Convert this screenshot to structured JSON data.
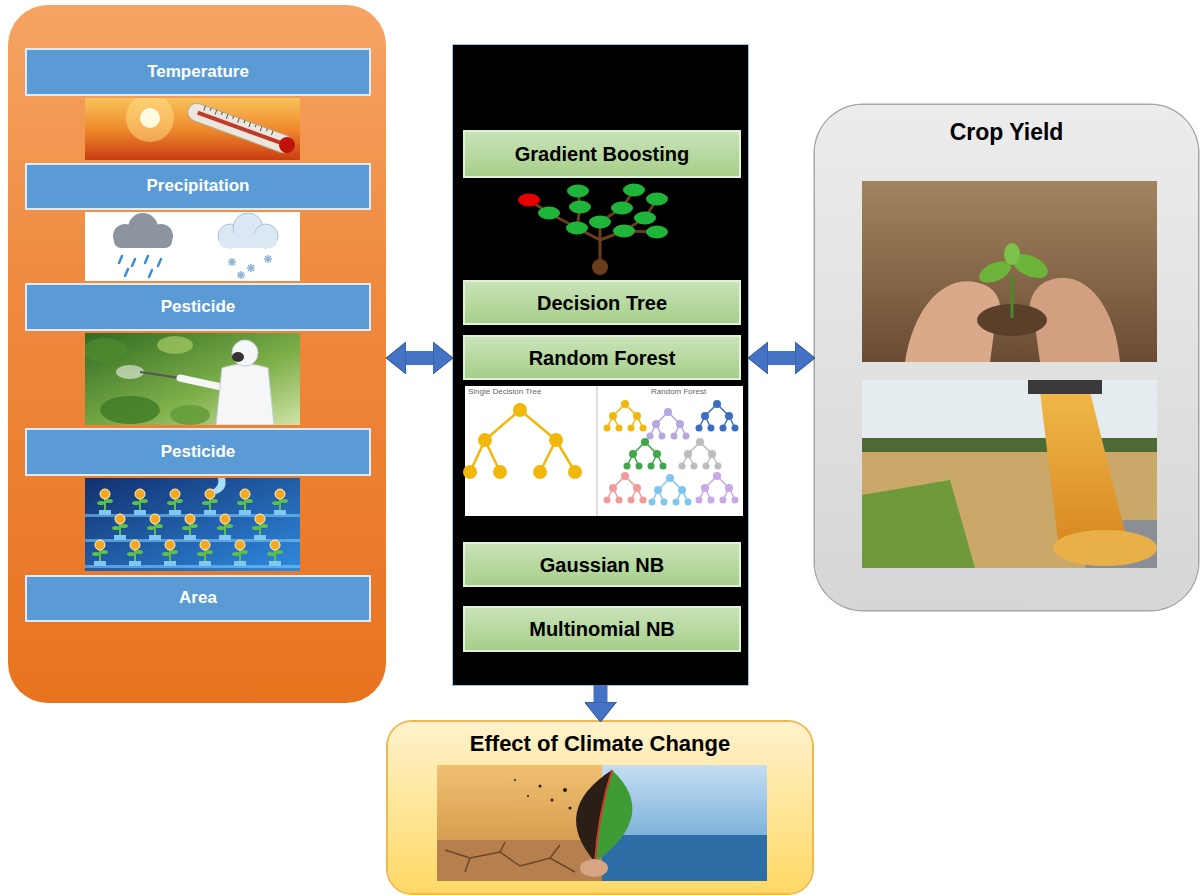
{
  "diagram": {
    "nodes": [
      {
        "text": []
      },
      {
        "text": [
          "Temperature"
        ],
        "in": 0
      },
      {
        "text": [
          "Precipitation"
        ],
        "in": 0
      },
      {
        "text": [
          "Pesticide"
        ],
        "in": 0
      },
      {
        "text": [
          "Pesticide"
        ],
        "in": 0
      },
      {
        "text": [
          "Area"
        ],
        "in": 0
      },
      {
        "text": []
      },
      {
        "text": [
          "Gradient Boosting"
        ],
        "in": 6
      },
      {
        "text": [
          "Decision Tree"
        ],
        "in": 6
      },
      {
        "text": [
          "Random Forest"
        ],
        "in": 6
      },
      {
        "text": [
          "Gaussian NB"
        ],
        "in": 6
      },
      {
        "text": [
          "Multinomial NB"
        ],
        "in": 6
      },
      {
        "text": [
          "Crop Yield"
        ]
      },
      {
        "text": [
          "Effect of Climate Change"
        ]
      }
    ],
    "edges": [
      {
        "from": 0,
        "to": 6,
        "arrow": "both"
      },
      {
        "from": 6,
        "to": 12,
        "arrow": "both"
      },
      {
        "from": 6,
        "to": 13,
        "arrow": "to"
      }
    ],
    "labels": [
      "Single Decision Tree",
      "Random Forest"
    ]
  }
}
